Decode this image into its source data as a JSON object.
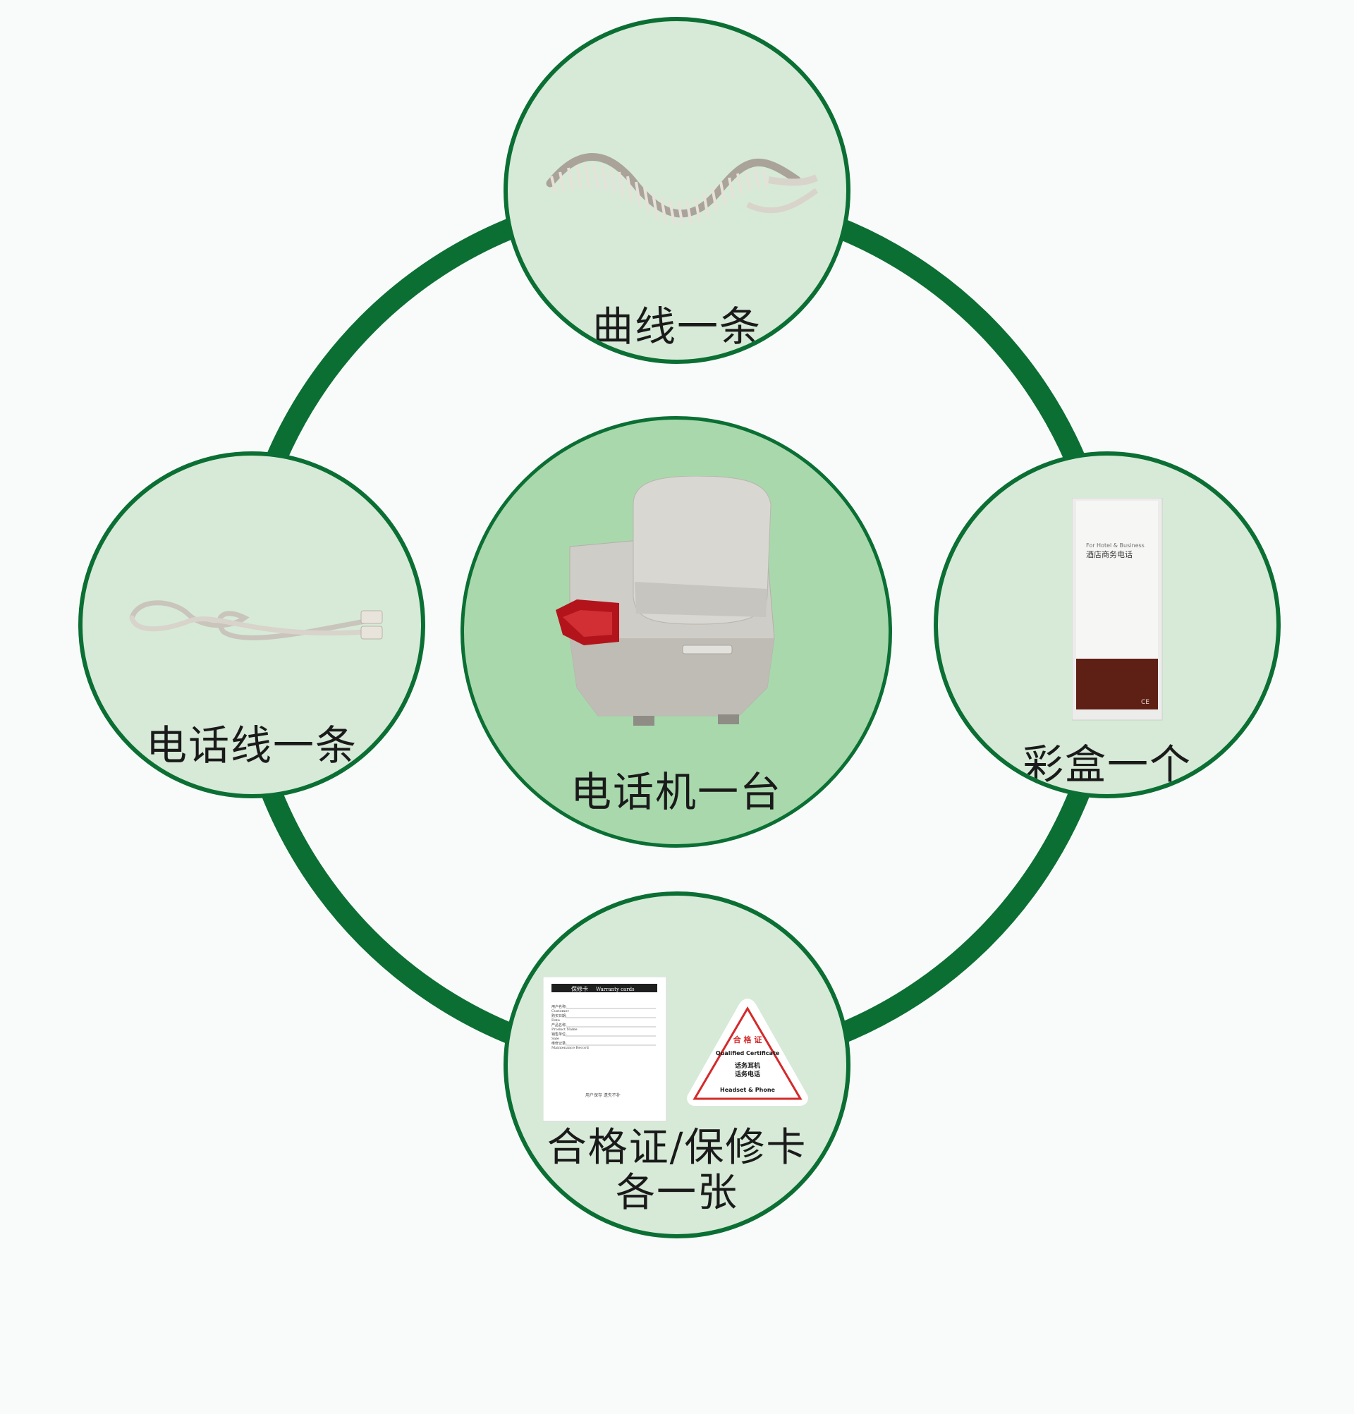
{
  "items": {
    "center": {
      "label": "电话机一台",
      "icon": "phone-icon"
    },
    "top": {
      "label": "曲线一条",
      "icon": "coiled-cord-icon"
    },
    "left": {
      "label": "电话线一条",
      "icon": "phone-line-icon"
    },
    "right": {
      "label": "彩盒一个",
      "icon": "gift-box-icon"
    },
    "bottom": {
      "label_line1": "合格证/保修卡",
      "label_line2": "各一张",
      "icon": "certificate-icon",
      "warranty_card": {
        "title": "保修卡",
        "title_en": "Warranty cards",
        "fields": [
          "用户名称:",
          "Customer",
          "购买日期:",
          "Date",
          "产品名称:",
          "Product Name",
          "销售单位:",
          "Sale",
          "维修记录:",
          "Maintenance Record"
        ],
        "footer": "用户保存 遗失不补"
      },
      "certificate": {
        "title": "合 格 证",
        "subtitle": "Qualified Certificate",
        "line1": "话务耳机",
        "line2": "话务电话",
        "footer": "Headset & Phone"
      }
    }
  },
  "box": {
    "line_en": "For Hotel & Business",
    "line_cn": "酒店商务电话",
    "badge": "CE"
  },
  "colors": {
    "ring": "#0b6f34",
    "bubble": "#d6ead7",
    "center_bubble": "#a9d8ad",
    "background": "#f9fbfa",
    "box_band": "#5e1f15",
    "certificate_red": "#d42a2a"
  }
}
